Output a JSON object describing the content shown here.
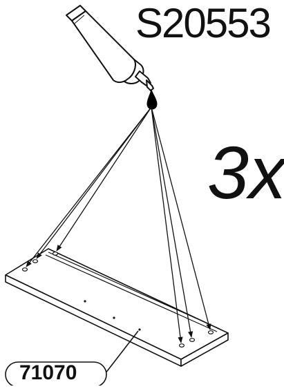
{
  "header": {
    "code": "S20553"
  },
  "quantity": {
    "label": "3x"
  },
  "part": {
    "number": "71070"
  },
  "colors": {
    "ink": "#111111",
    "paper": "#ffffff",
    "glue": "#000000"
  },
  "icons": [
    "glue-tube-icon",
    "glue-drop-icon",
    "arrow-icon"
  ]
}
